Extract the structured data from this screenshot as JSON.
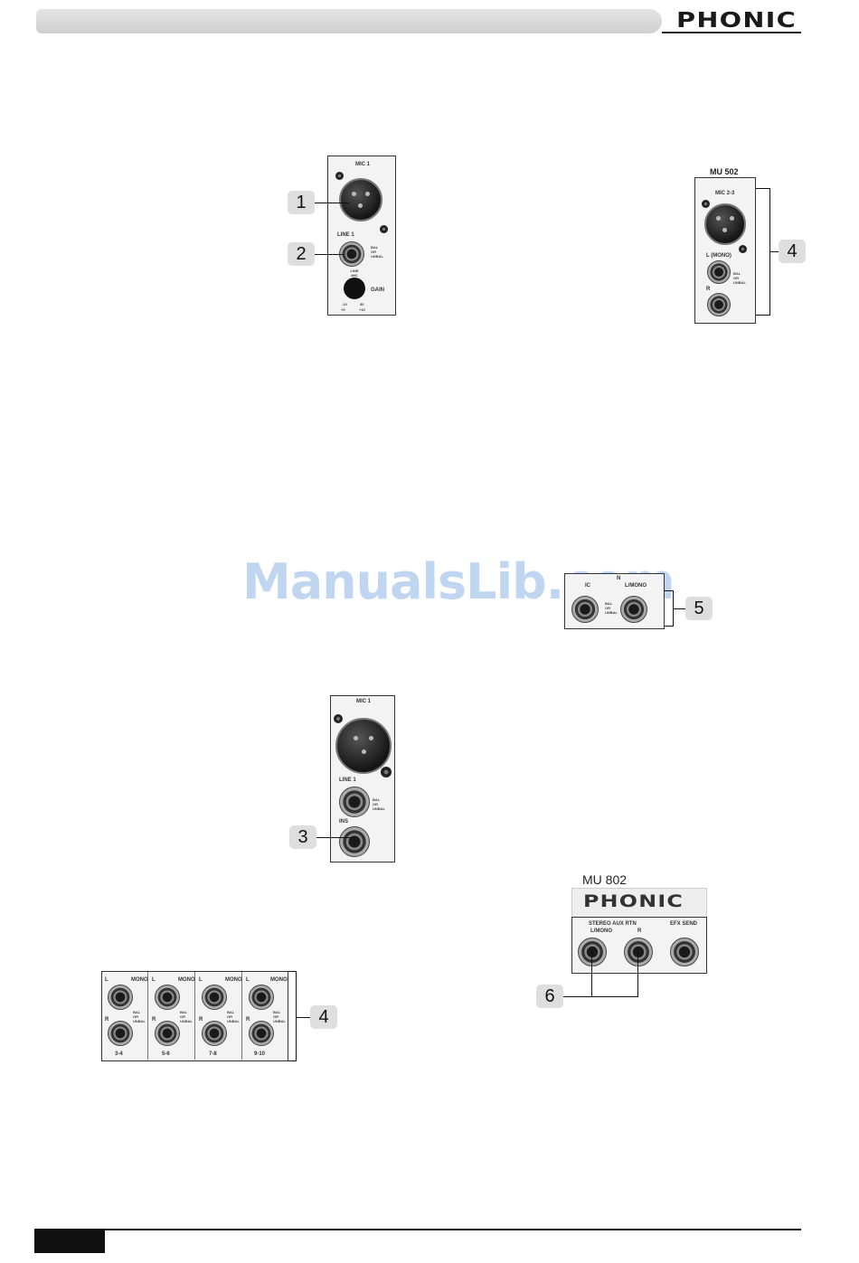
{
  "header": {
    "brand": "PHONIC"
  },
  "watermark": "ManualsLib.com",
  "callouts": [
    "1",
    "2",
    "3",
    "4",
    "5",
    "6"
  ],
  "fig1": {
    "mic": "MIC 1",
    "line": "LINE 1",
    "bal": "BAL OR UNBAL",
    "linemic": "LINE MIC",
    "gain": "GAIN",
    "s1": "-10",
    "s2": "+0",
    "s3": "50",
    "s4": "+10"
  },
  "fig3": {
    "mic": "MIC 1",
    "line": "LINE 1",
    "bal": "BAL OR UNBAL",
    "ins": "INS"
  },
  "fig4a": {
    "model": "MU 502",
    "mic": "MIC 2-3",
    "l": "L (MONO)",
    "r": "R",
    "bal": "BAL OR UNBAL"
  },
  "fig4b": {
    "columns": [
      {
        "l": "L",
        "mono": "MONO",
        "r": "R",
        "bal": "BAL OR UNBAL",
        "label": "3-4"
      },
      {
        "l": "L",
        "mono": "MONO",
        "r": "R",
        "bal": "BAL OR UNBAL",
        "label": "5-6"
      },
      {
        "l": "L",
        "mono": "MONO",
        "r": "R",
        "bal": "BAL OR UNBAL",
        "label": "7-8"
      },
      {
        "l": "L",
        "mono": "MONO",
        "r": "R",
        "bal": "BAL OR UNBAL",
        "label": "9-10"
      }
    ]
  },
  "fig5": {
    "left": "IC",
    "right": "L/MONO",
    "right_top": "N",
    "bal": "BAL OR UNBAL"
  },
  "fig6": {
    "model": "MU 802",
    "brand": "PHONIC",
    "stereo": "STEREO AUX RTN",
    "lmono": "L/MONO",
    "r": "R",
    "efx": "EFX SEND"
  }
}
